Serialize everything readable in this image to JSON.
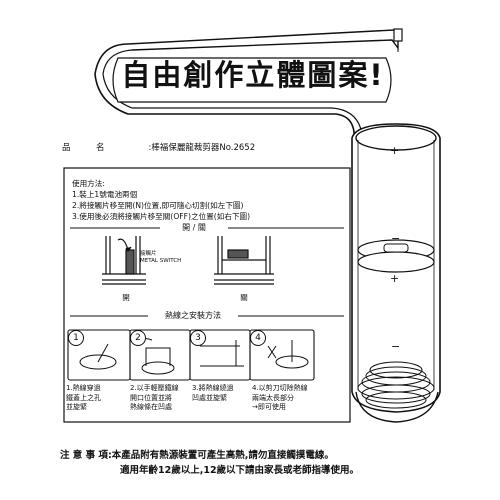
{
  "title": "自由創作立體圖案!",
  "product": {
    "label": "品　　　名",
    "name": ":棒福保麗龍裁剪器No.2652"
  },
  "usage": {
    "heading": "使用方法:",
    "steps": [
      "1.裝上1號電池兩個",
      "2.將接觸片移至開(N)位置,即可隨心切割(如左下圖)",
      "3.使用後必須將接觸片移至關(OFF)之位置(如右下圖)"
    ]
  },
  "switch_section": {
    "heading": "開 / 關",
    "metal_label": "接觸片\nMETAL SWITCH",
    "on_label": "開",
    "off_label": "關"
  },
  "install": {
    "heading": "熱線之安裝方法",
    "steps": [
      {
        "num": "1",
        "caption": "1.熱線穿過\n鐵蓋上之孔\n並旋緊"
      },
      {
        "num": "2",
        "caption": "2.以手輕壓鐵線\n開口位置並將\n熱線條在凹處"
      },
      {
        "num": "3",
        "caption": "3.將熱線繞過\n凹處並旋緊"
      },
      {
        "num": "4",
        "caption": "4.以剪刀切除熱線\n兩端太長部分\n→即可使用"
      }
    ]
  },
  "battery": {
    "top_plus": "+",
    "top_minus": "−",
    "bottom_plus": "+",
    "bottom_minus": "−"
  },
  "notice": {
    "label": "注 意 事 項",
    "line1": ":本產品附有熱源裝置可產生高熱,請勿直接觸摸電線。",
    "line2": "適用年齡12歲以上,12歲以下請由家長或老師指導使用。"
  }
}
